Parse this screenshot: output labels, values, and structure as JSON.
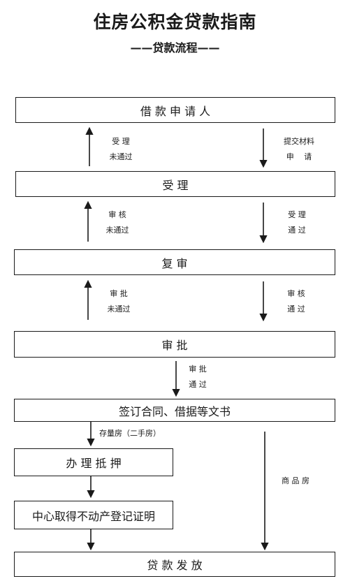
{
  "header": {
    "title": "住房公积金贷款指南",
    "subtitle": "——贷款流程——"
  },
  "nodes": {
    "applicant": "借 款 申 请 人",
    "accept": "受 理",
    "review": "复 审",
    "approve": "审 批",
    "contract": "签订合同、借据等文书",
    "mortgage": "办 理 抵 押",
    "certificate": "中心取得不动产登记证明",
    "disburse": "贷 款 发 放"
  },
  "labels": {
    "not_accepted_1": "受 理",
    "not_accepted_2": "未通过",
    "submit_1": "提交材料",
    "submit_2": "申　 请",
    "review_fail_1": "审 核",
    "review_fail_2": "未通过",
    "accept_pass_1": "受 理",
    "accept_pass_2": "通 过",
    "approve_fail_1": "审 批",
    "approve_fail_2": "未通过",
    "review_pass_1": "审 核",
    "review_pass_2": "通 过",
    "approve_pass_1": "审 批",
    "approve_pass_2": "通 过",
    "existing_house": "存量房（二手房）",
    "commercial_house": "商 品 房"
  }
}
